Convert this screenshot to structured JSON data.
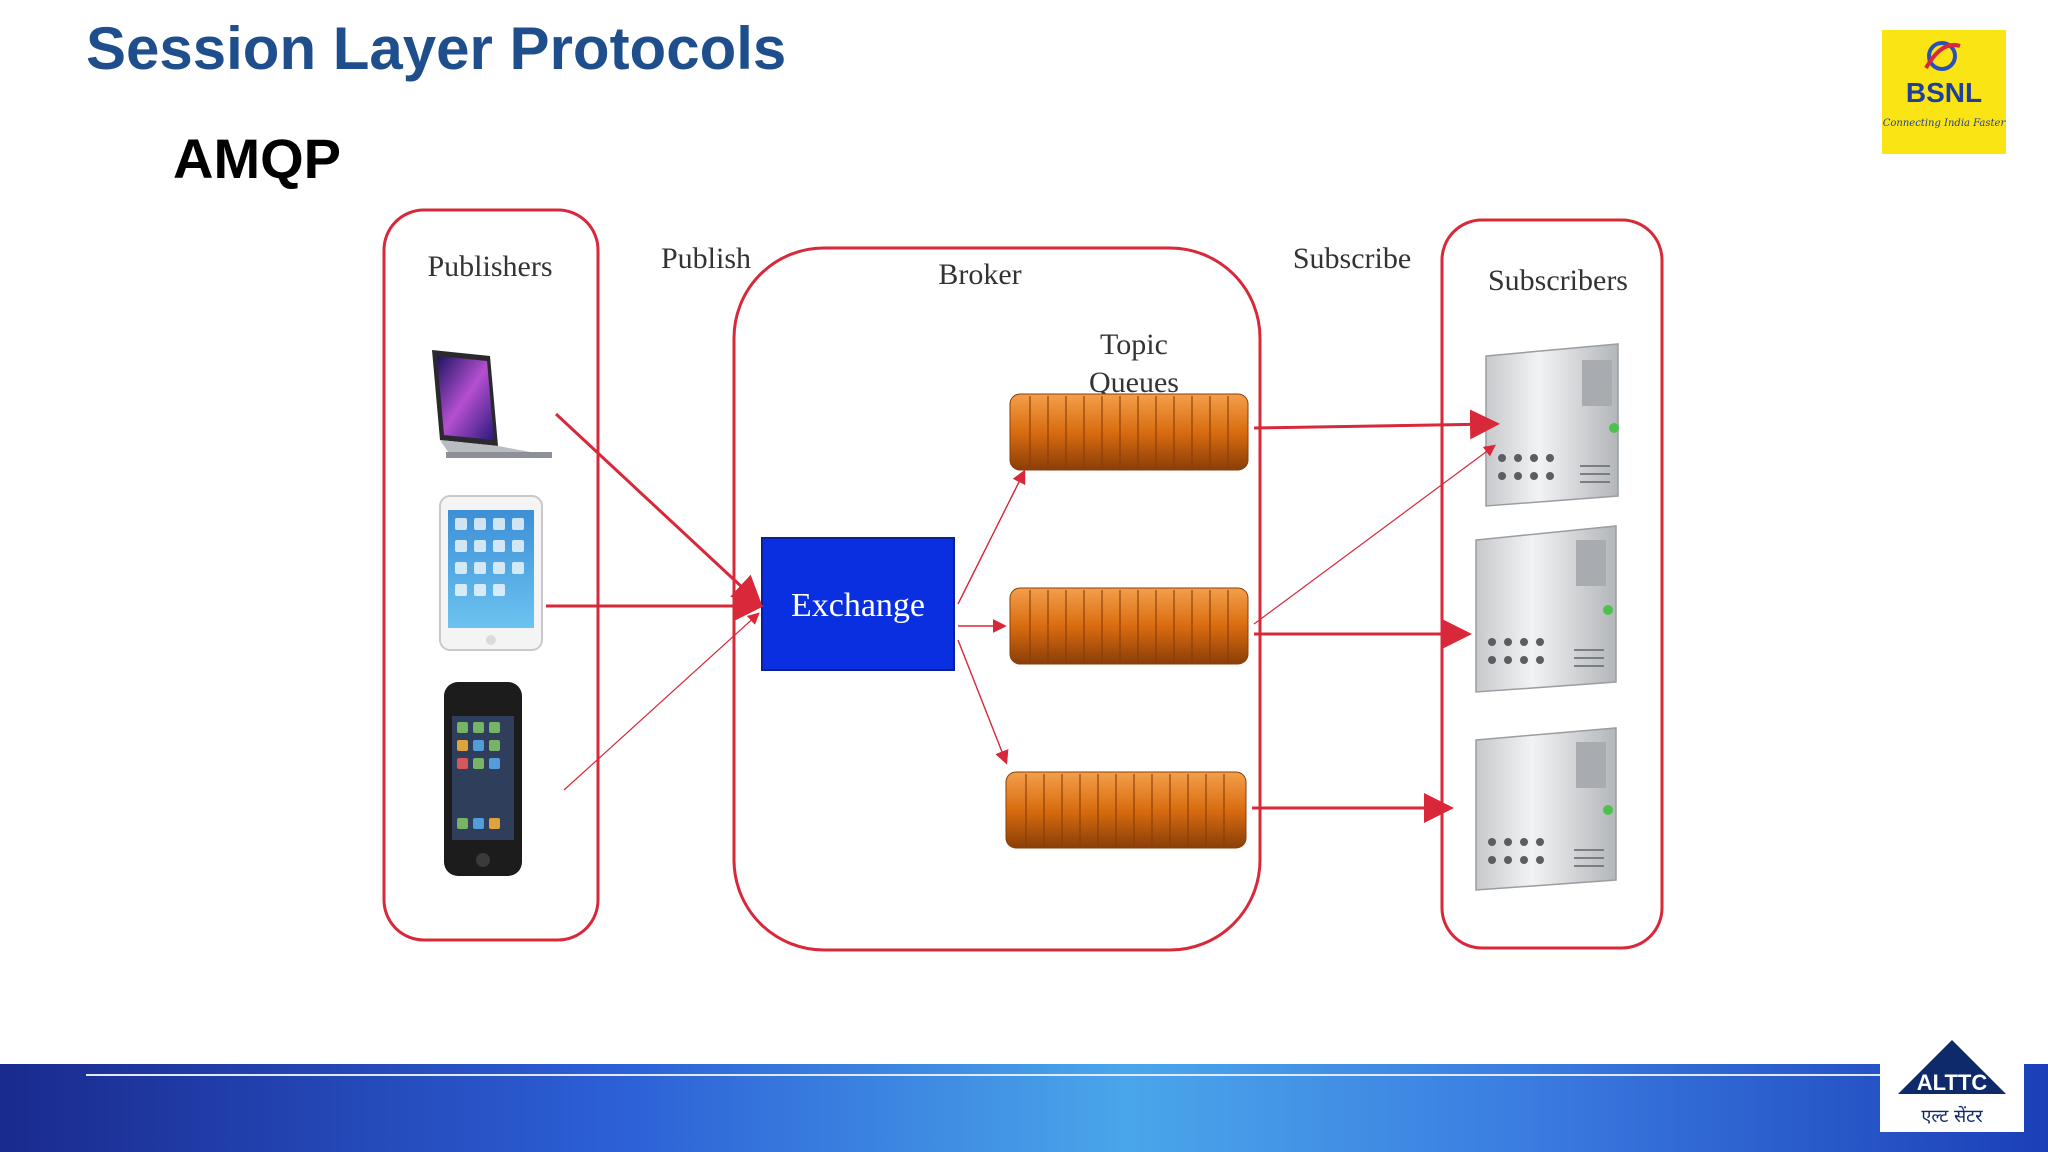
{
  "slide": {
    "title": "Session Layer Protocols",
    "subtitle": "AMQP"
  },
  "logos": {
    "top_right": {
      "brand": "BSNL",
      "tagline": "Connecting India Faster",
      "color": "#fbe414",
      "icon": "bsnl-swirl-icon"
    },
    "bottom_right": {
      "brand": "ALTTC",
      "tagline": "एल्ट सेंटर"
    }
  },
  "diagram": {
    "labels": {
      "publishers": "Publishers",
      "publish": "Publish",
      "broker": "Broker",
      "subscribe": "Subscribe",
      "subscribers": "Subscribers",
      "topic": "Topic",
      "queues": "Queues",
      "exchange": "Exchange"
    },
    "publisher_devices": [
      "laptop-icon",
      "tablet-icon",
      "smartphone-icon"
    ],
    "queue_count": 3,
    "subscriber_devices": [
      "server-icon",
      "server-icon",
      "server-icon"
    ],
    "colors": {
      "outline": "#d8283a",
      "exchange": "#0a2fe0",
      "queue": "#e07a1a",
      "title": "#1f4e8c"
    }
  }
}
